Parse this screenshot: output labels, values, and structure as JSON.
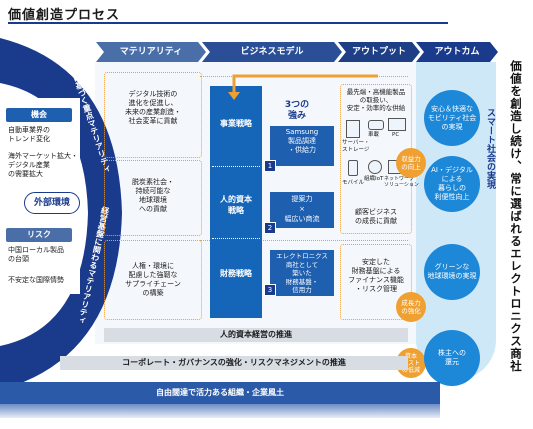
{
  "title": "価値創造プロセス",
  "headers": [
    "マテリアリティ",
    "ビジネスモデル",
    "アウトプット",
    "アウトカム"
  ],
  "arc_text": {
    "upper": "社会課題に基づく重点マテリアリティ",
    "lower": "経営基盤に関わるマテリアリティ"
  },
  "external": {
    "opportunity_title": "機会",
    "opportunity_items": [
      "自動車業界の\nトレンド変化",
      "海外マーケット拡大・\nデジタル産業\nの需要拡大"
    ],
    "env_label": "外部環境",
    "risk_title": "リスク",
    "risk_items": [
      "中国ローカル製品\nの台頭",
      "不安定な国際情勢"
    ]
  },
  "materiality": [
    "デジタル技術の\n進化を促進し、\n未来の産業創造・\n社会変革に貢献",
    "脱炭素社会・\n持続可能な\n地球環境\nへの貢献",
    "人権・環境に\n配慮した強靭な\nサプライチェーン\nの構築"
  ],
  "strategies": [
    "事業戦略",
    "人的資本\n戦略",
    "財務戦略"
  ],
  "strengths_title": "3つの\n強み",
  "strengths": [
    {
      "num": "1",
      "label": "Samsung\n製品調達\n・供給力"
    },
    {
      "num": "2",
      "label": "提案力\n×\n幅広い商流"
    },
    {
      "num": "3",
      "label": "エレクトロニクス\n商社として\n築いた\n財務基盤・\n信用力"
    }
  ],
  "outputs": {
    "top": "最先端・高機能製品\nの取扱い、\n安定・効率的な供給",
    "icons": [
      "サーバー・\nストレージ",
      "車載",
      "PC",
      "モバイル",
      "組織IoT",
      "ネットワーク\nソリューション"
    ],
    "mid": "顧客ビジネス\nの成長に貢献",
    "bottom": "安定した\n財務基盤による\nファイナンス機能\n・リスク管理"
  },
  "badges": [
    "収益力\nの向上",
    "成長力\nの強化",
    "資本\nコスト\nの低減"
  ],
  "outcomes": [
    "安心＆快適な\nモビリティ社会\nの実現",
    "AI・デジタル\nによる\n暮らしの\n利便性向上",
    "グリーンな\n地球環境の実現",
    "株主への\n還元"
  ],
  "smart_society": "スマート社会の実現",
  "bars": [
    "人的資本経営の推進",
    "コーポレート・ガバナンスの強化・リスクマネジメントの推進",
    "自由闊達で活力ある組織・企業風土"
  ],
  "right_slogan": "価値を創造し続け、常に選ばれるエレクトロニクス商社",
  "colors": {
    "navy": "#1a3a8c",
    "blue": "#1e5fb0",
    "sky": "#9fd0f0",
    "orange": "#f0a030"
  }
}
